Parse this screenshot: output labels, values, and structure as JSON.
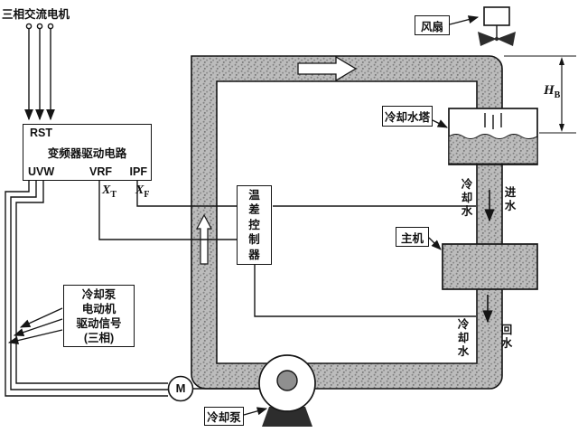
{
  "labels": {
    "power": "三相交流电机",
    "fan": "风扇",
    "tower": "冷却水塔",
    "host": "主机",
    "pump": "冷却泵",
    "pump_signal_lines": [
      "冷却泵",
      "电动机",
      "驱动信号",
      "(三相)"
    ],
    "controller": "温差控制器",
    "motor": "M",
    "inverter": {
      "rst": "RST",
      "title": "变频器驱动电路",
      "uvw": "UVW",
      "vrf": "VRF",
      "ipf": "IPF"
    },
    "xt": {
      "base": "X",
      "sub": "T"
    },
    "xf": {
      "base": "X",
      "sub": "F"
    },
    "hb": {
      "base": "H",
      "sub": "B"
    },
    "cooling_water_upper": "冷却水",
    "inlet_water": "进水",
    "cooling_water_lower": "冷却水",
    "return_water": "回水"
  },
  "colors": {
    "pipe_fill": "#bcbcbc",
    "pipe_dot": "#828282",
    "line": "#151515",
    "dark_fill": "#2d2d2d",
    "background": "#ffffff"
  }
}
